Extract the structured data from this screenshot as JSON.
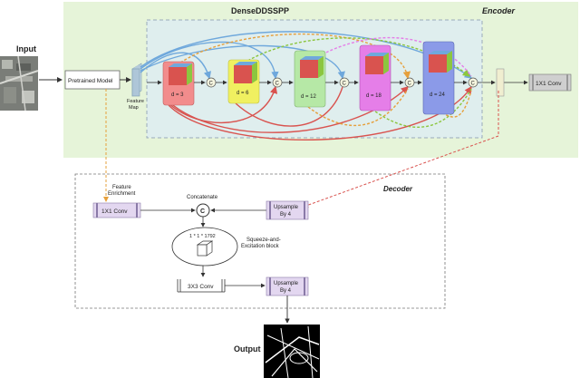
{
  "encoder": {
    "title": "Encoder",
    "densesection": "DenseDDSSPP",
    "pretrained_label": "Pretrained Model",
    "feature_map_label_1": "Feature",
    "feature_map_label_2": "Map",
    "conv1x1_label": "1X1 Conv",
    "concat_symbol": "C",
    "blocks": [
      {
        "label": "d = 3",
        "color": "#f28c8c"
      },
      {
        "label": "d = 6",
        "color": "#f0f060"
      },
      {
        "label": "d = 12",
        "color": "#b6e8a6"
      },
      {
        "label": "d = 18",
        "color": "#e57ee8"
      },
      {
        "label": "d = 24",
        "color": "#8b9ae8"
      }
    ]
  },
  "input_label": "Input",
  "output_label": "Output",
  "decoder": {
    "title": "Decoder",
    "feature_enrichment_1": "Feature",
    "feature_enrichment_2": "Enrichment",
    "conv1x1_label": "1X1 Conv",
    "concatenate_label": "Concatenate",
    "concat_symbol": "C",
    "upsample1_line1": "Upsample",
    "upsample1_line2": "By 4",
    "dims_label": "1 * 1 * 1792",
    "se_block_1": "Squeeze-and-",
    "se_block_2": "Excitation block",
    "conv3x3_label": "3X3 Conv",
    "upsample2_line1": "Upsample",
    "upsample2_line2": "By 4"
  },
  "colors": {
    "encoder_bg": "#e6f4d9",
    "dense_bg": "#dfeeee",
    "conv_box": "#e3d7f0",
    "arrow_red": "#d9534f",
    "arrow_blue": "#6fa8dc",
    "arrow_orange": "#e6a03c"
  }
}
